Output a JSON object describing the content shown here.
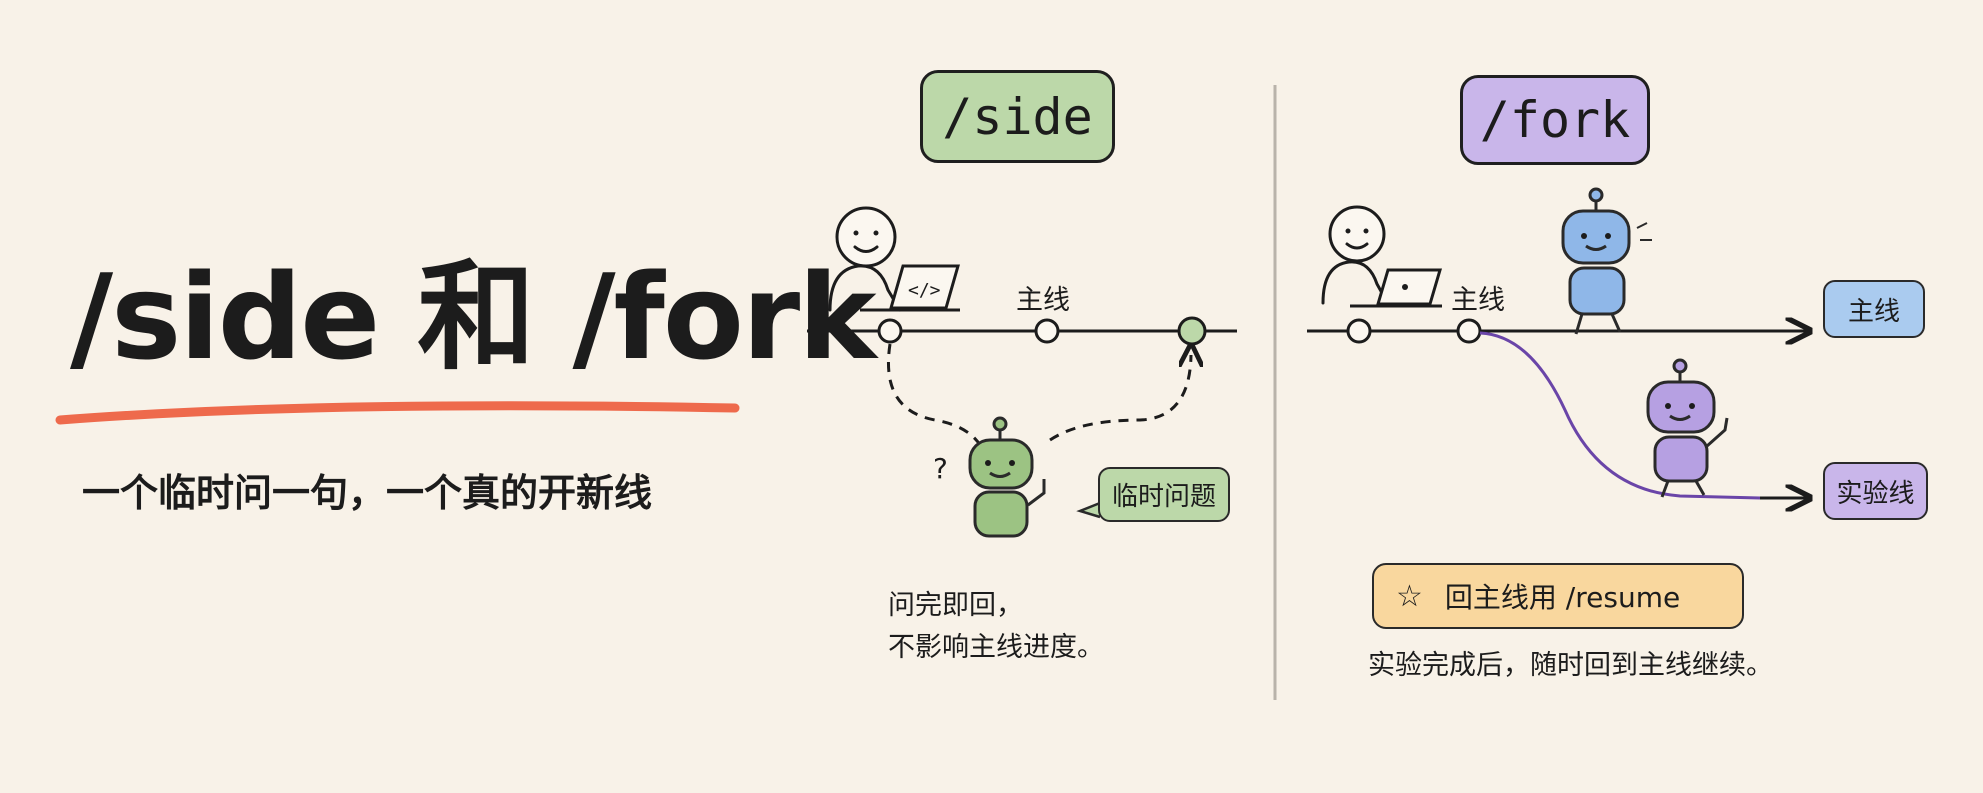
{
  "title": {
    "main": "/side 和 /fork",
    "subtitle": "一个临时问一句，一个真的开新线"
  },
  "side_panel": {
    "tag": "/side",
    "mainline_label": "主线",
    "bubble": "临时问题",
    "note_line1": "问完即回，",
    "note_line2": "不影响主线进度。"
  },
  "fork_panel": {
    "tag": "/fork",
    "mainline_label": "主线",
    "endpoint_main": "主线",
    "endpoint_experiment": "实验线",
    "resume_box": "回主线用 /resume",
    "note": "实验完成后，随时回到主线继续。"
  },
  "colors": {
    "background": "#f8f2e8",
    "accent_underline": "#ee6a4c",
    "side_green": "#bcd8a9",
    "fork_purple": "#c9b6ea",
    "mainline_blue": "#aacbef",
    "resume_yellow": "#f9d79e",
    "branch_line": "#6a45a8"
  },
  "icons": {
    "laptop": "laptop-code-icon",
    "person": "person-icon",
    "robot": "robot-icon",
    "star": "star-icon"
  }
}
